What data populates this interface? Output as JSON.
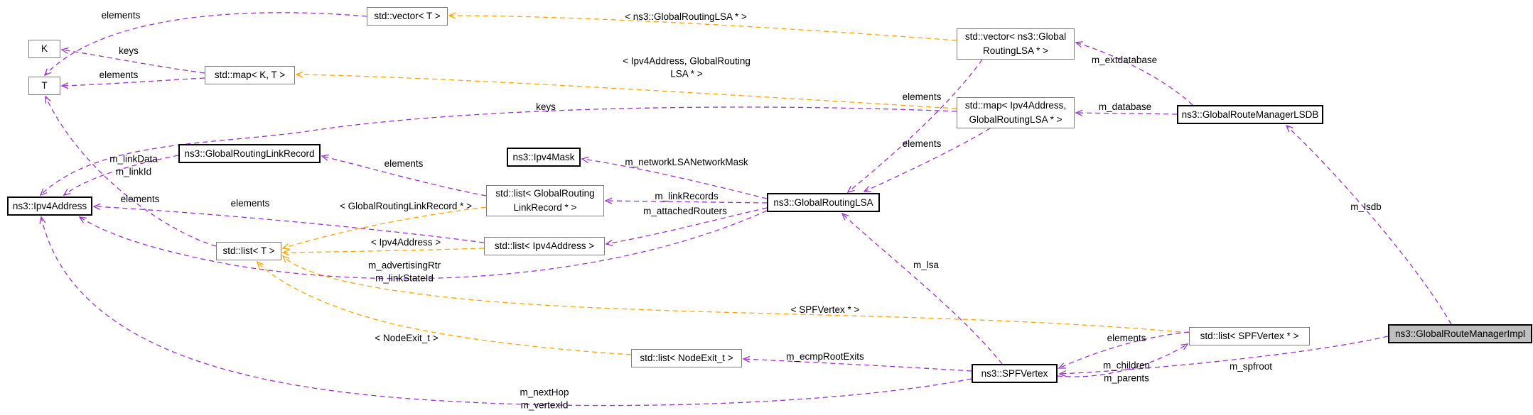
{
  "colors": {
    "member_edge": "#9a32cd",
    "template_edge": "#ffa500",
    "node_border": "#000000",
    "std_node_border": "#7e7e7e",
    "selected_node_fill": "#bfbfbf",
    "background": "#ffffff"
  },
  "nodes": {
    "vector_t": "std::vector< T >",
    "k": "K",
    "t": "T",
    "map_kt": "std::map< K, T >",
    "vector_lsa": "std::vector< ns3::Global\nRoutingLSA * >",
    "map_ipv4": "std::map< Ipv4Address,\nGlobalRoutingLSA * >",
    "lsdb": "ns3::GlobalRouteManagerLSDB",
    "linkrecord": "ns3::GlobalRoutingLinkRecord",
    "ipv4mask": "ns3::Ipv4Mask",
    "ipv4addr": "ns3::Ipv4Address",
    "list_grlr": "std::list< GlobalRouting\nLinkRecord * >",
    "lsa": "ns3::GlobalRoutingLSA",
    "list_t": "std::list< T >",
    "list_ipv4": "std::list< Ipv4Address >",
    "list_spf": "std::list< SPFVertex * >",
    "impl": "ns3::GlobalRouteManagerImpl",
    "list_nodeexit": "std::list< NodeExit_t >",
    "spfvertex": "ns3::SPFVertex"
  },
  "edge_labels": {
    "elements_vector_t": "elements",
    "keys_map_k": "keys",
    "elements_map_t": "elements",
    "tmpl_vector_lsa": "< ns3::GlobalRoutingLSA * >",
    "tmpl_map_ipv4": "< Ipv4Address, GlobalRouting\nLSA * >",
    "m_extdatabase": "m_extdatabase",
    "elements_vector_lsa": "elements",
    "m_database": "m_database",
    "keys_map_ipv4": "keys",
    "elements_map_lsa": "elements",
    "m_linkdata": "m_linkData\nm_linkId",
    "elements_list_grlr": "elements",
    "m_networklsanetworkmask": "m_networkLSANetworkMask",
    "elements_list_t": "elements",
    "elements_list_ipv4": "elements",
    "tmpl_list_grlr": "< GlobalRoutingLinkRecord * >",
    "m_linkrecords": "m_linkRecords",
    "m_attachedrouters": "m_attachedRouters",
    "tmpl_list_ipv4": "< Ipv4Address >",
    "m_advertisingrtr": "m_advertisingRtr\nm_linkStateId",
    "m_lsa": "m_lsa",
    "m_lsdb": "m_lsdb",
    "tmpl_list_spf": "< SPFVertex * >",
    "tmpl_list_nodeexit": "< NodeExit_t >",
    "elements_list_spf": "elements",
    "m_ecmprootexits": "m_ecmpRootExits",
    "m_children": "m_children\nm_parents",
    "m_spfroot": "m_spfroot",
    "m_nexthop": "m_nextHop\nm_vertexId"
  }
}
